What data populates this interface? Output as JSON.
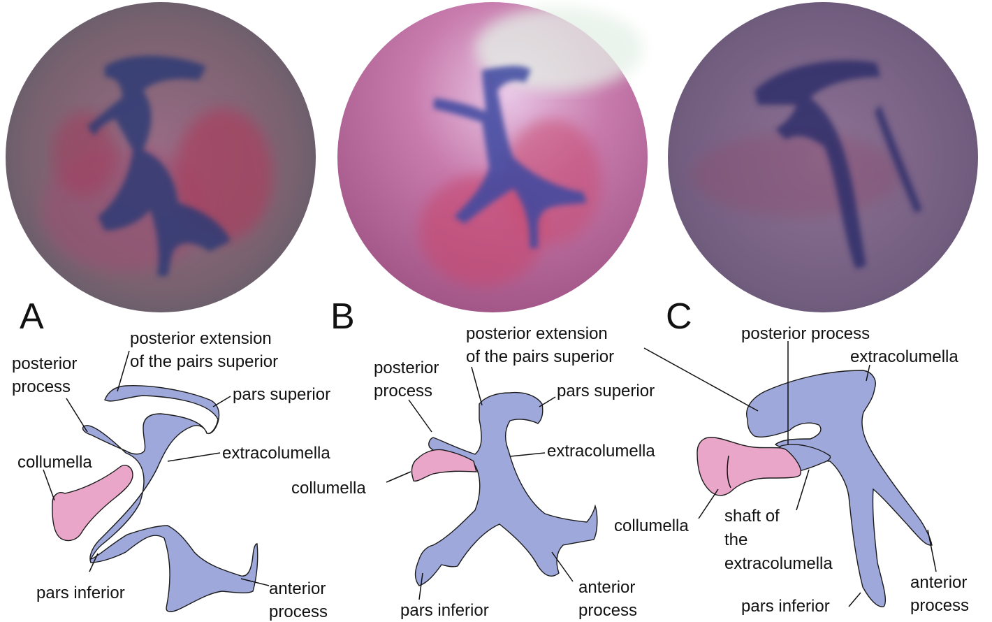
{
  "panels": [
    {
      "letter": "A",
      "labels": {
        "post_ext_1": "posterior extension",
        "post_ext_2": "of the pairs superior",
        "post_proc_1": "posterior",
        "post_proc_2": "process",
        "pars_superior": "pars superior",
        "collumella": "collumella",
        "extracolumella": "extracolumella",
        "pars_inferior": "pars inferior",
        "ant_proc_1": "anterior",
        "ant_proc_2": "process"
      }
    },
    {
      "letter": "B",
      "labels": {
        "post_ext_1": "posterior extension",
        "post_ext_2": "of the pairs superior",
        "post_proc_1": "posterior",
        "post_proc_2": "process",
        "pars_superior": "pars superior",
        "extracolumella": "extracolumella",
        "collumella": "collumella",
        "pars_inferior": "pars inferior",
        "ant_proc_1": "anterior",
        "ant_proc_2": "process"
      }
    },
    {
      "letter": "C",
      "labels": {
        "post_proc": "posterior process",
        "extracolumella": "extracolumella",
        "collumella": "collumella",
        "shaft_1": "shaft of",
        "shaft_2": "the",
        "shaft_3": "extracolumella",
        "pars_inferior": "pars inferior",
        "ant_proc_1": "anterior",
        "ant_proc_2": "process"
      }
    }
  ],
  "colors": {
    "bone": "#9ea8da",
    "cartilage": "#e9a6c9",
    "stain": "#2f3a74",
    "tissue_pink": "#c95a86"
  }
}
